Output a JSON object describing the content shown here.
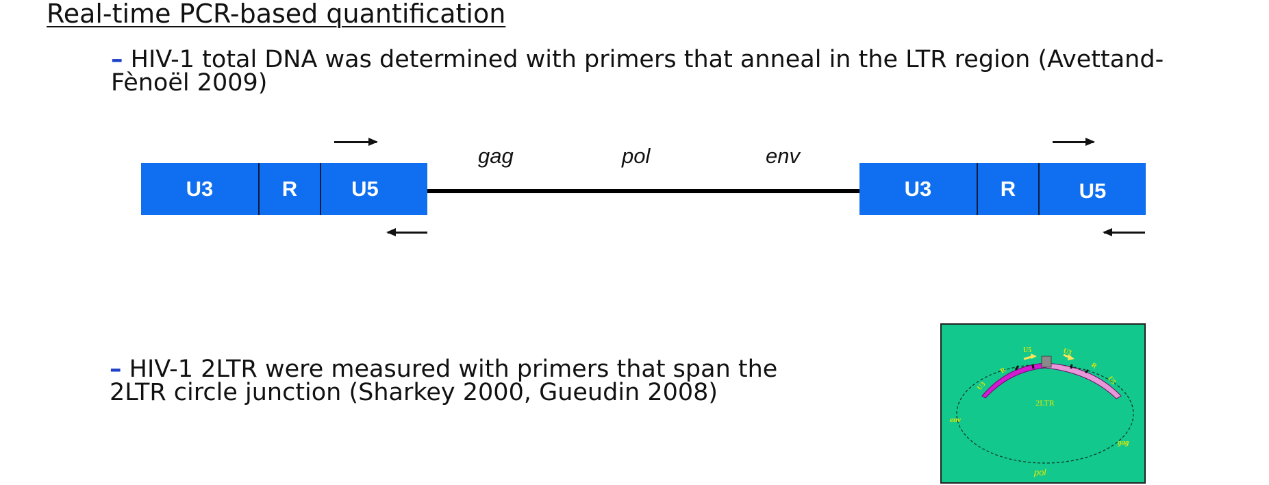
{
  "title": "Real-time PCR-based quantification",
  "bullets": [
    {
      "dash": "–",
      "text": " HIV-1 total DNA was determined with primers that anneal in the LTR region (Avettand-Fènoël 2009)"
    },
    {
      "dash": "–",
      "text": " HIV-1 2LTR were measured with primers that span the 2LTR circle junction (Sharkey 2000, Gueudin 2008)"
    }
  ],
  "genome": {
    "ltr_left": [
      "U3",
      "R",
      "U5"
    ],
    "ltr_right": [
      "U3",
      "R",
      "U5"
    ],
    "genes": [
      "gag",
      "pol",
      "env"
    ],
    "colors": {
      "ltr": "#0f6ff0",
      "backbone": "#000000",
      "primer": "#111111"
    }
  },
  "circle_inset": {
    "center_label": "2LTR",
    "left_labels": [
      "U3",
      "R",
      "U5"
    ],
    "right_labels": [
      "U3",
      "R",
      "U5"
    ],
    "env": "env",
    "gag": "gag",
    "pol": "pol",
    "colors": {
      "background": "#13c88c",
      "left_arc": "#d21ad2",
      "right_arc": "#e897d8",
      "primer": "#ffe45a",
      "text": "#e6e600"
    }
  }
}
